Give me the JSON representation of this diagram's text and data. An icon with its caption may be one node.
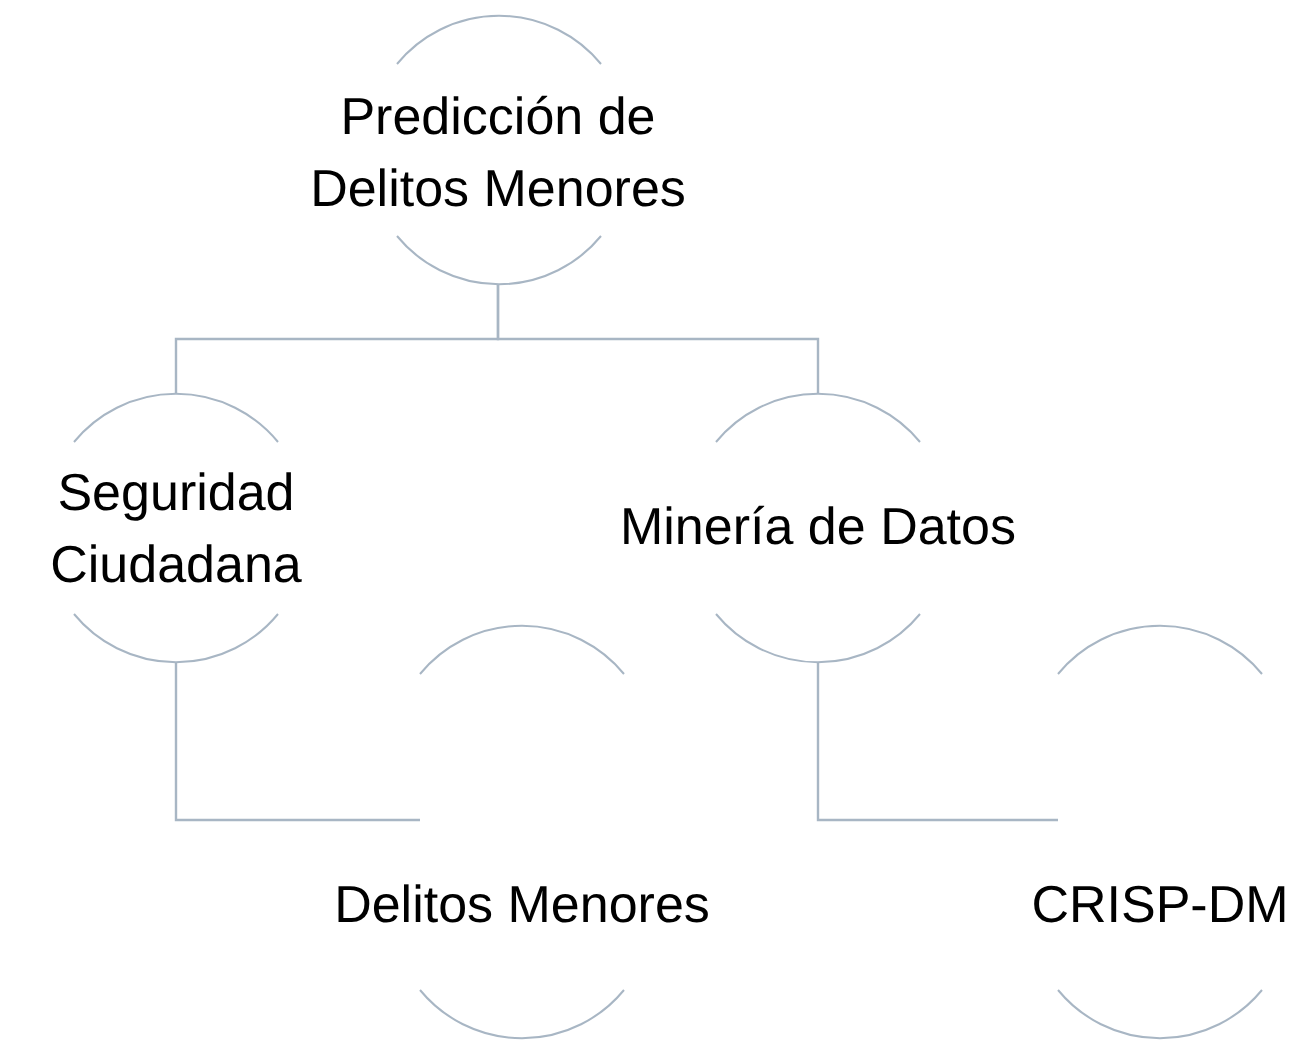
{
  "diagram": {
    "nodes": [
      {
        "text": [
          "Predicción de Delitos Menores"
        ]
      },
      {
        "text": [
          "Seguridad Ciudadana"
        ]
      },
      {
        "text": [
          "Minería de Datos"
        ]
      },
      {
        "text": [
          "Delitos Menores"
        ]
      },
      {
        "text": [
          "CRISP-DM"
        ]
      }
    ],
    "edges": [
      {
        "from": 0,
        "to": 1,
        "arrow": "none"
      },
      {
        "from": 0,
        "to": 2,
        "arrow": "none"
      },
      {
        "from": 1,
        "to": 3,
        "arrow": "none"
      },
      {
        "from": 2,
        "to": 4,
        "arrow": "none"
      }
    ]
  }
}
